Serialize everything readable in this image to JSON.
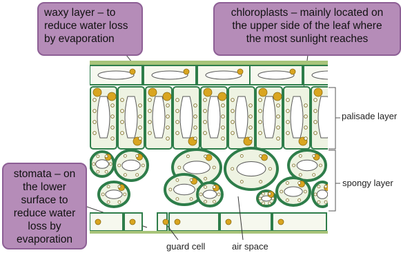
{
  "callouts": {
    "waxy": [
      "waxy layer – to",
      "reduce water loss",
      "by evaporation"
    ],
    "chloroplasts": [
      "chloroplasts – mainly located on",
      "the upper side of the leaf where",
      "the most sunlight reaches"
    ],
    "stomata": [
      "stomata – on",
      "the lower",
      "surface to",
      "reduce water",
      "loss by",
      "evaporation"
    ]
  },
  "labels": {
    "palisade": "palisade layer",
    "spongy": "spongy layer",
    "guard_cell": "guard cell",
    "air_space": "air space"
  },
  "colors": {
    "callout_fill": "#b58cb8",
    "callout_border": "#8d5f95",
    "cell_wall": "#2e7d4a",
    "cell_fill": "#eef3e2",
    "chloroplast": "#d9a520",
    "cuticle": "#a8c47a"
  }
}
